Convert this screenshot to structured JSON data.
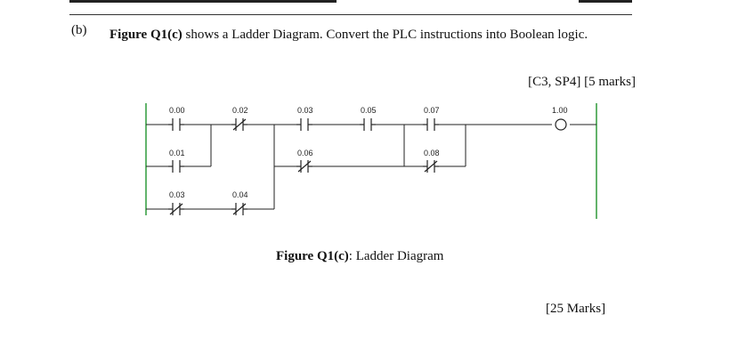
{
  "question": {
    "label": "(b)",
    "figure_ref": "Figure Q1(c)",
    "text": "shows a Ladder Diagram. Convert the PLC instructions into Boolean logic.",
    "marks_ref": "[C3, SP4] [5 marks]"
  },
  "ladder": {
    "contacts": [
      {
        "address": "0.00",
        "type": "NO"
      },
      {
        "address": "0.02",
        "type": "NC"
      },
      {
        "address": "0.03",
        "type": "NO"
      },
      {
        "address": "0.05",
        "type": "NO"
      },
      {
        "address": "0.07",
        "type": "NO"
      },
      {
        "address": "0.01",
        "type": "NO"
      },
      {
        "address": "0.06",
        "type": "NC"
      },
      {
        "address": "0.08",
        "type": "NC"
      },
      {
        "address": "0.03",
        "type": "NC"
      },
      {
        "address": "0.04",
        "type": "NC"
      }
    ],
    "coil": {
      "address": "1.00"
    }
  },
  "caption": {
    "label": "Figure Q1(c)",
    "text": ": Ladder Diagram"
  },
  "total_marks": "[25 Marks]"
}
